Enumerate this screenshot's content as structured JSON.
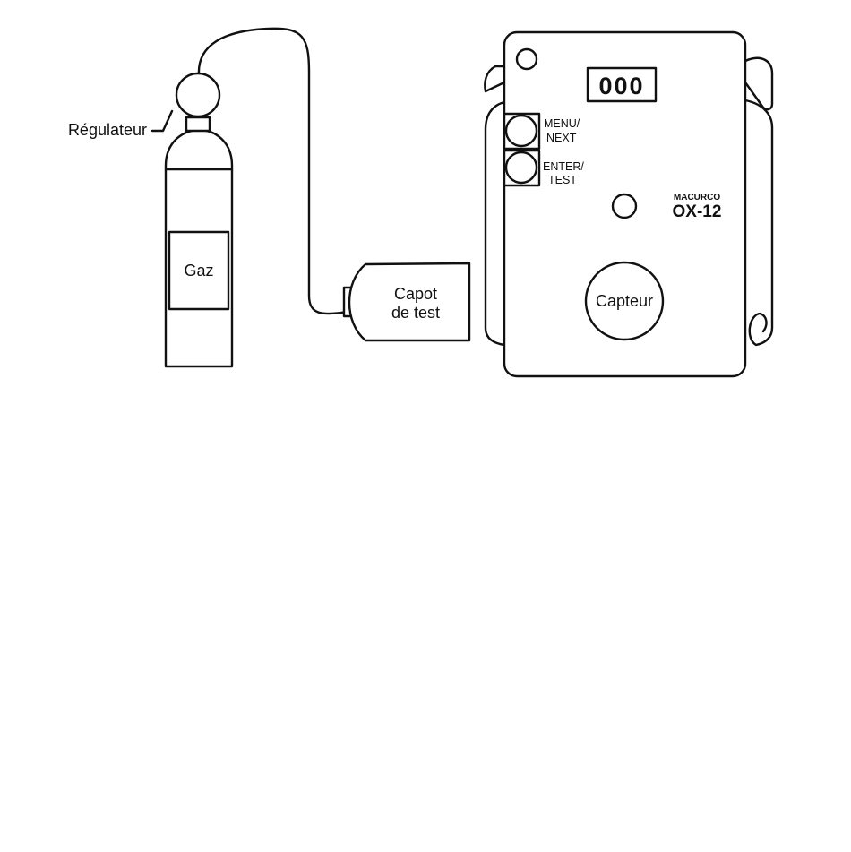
{
  "labels": {
    "regulator": "Régulateur",
    "gas": "Gaz",
    "test_cap_line1": "Capot",
    "test_cap_line2": "de test",
    "sensor": "Capteur"
  },
  "device": {
    "display_value": "000",
    "menu_button_line1": "MENU/",
    "menu_button_line2": "NEXT",
    "enter_button_line1": "ENTER/",
    "enter_button_line2": "TEST",
    "brand": "MACURCO",
    "model": "OX-12"
  }
}
